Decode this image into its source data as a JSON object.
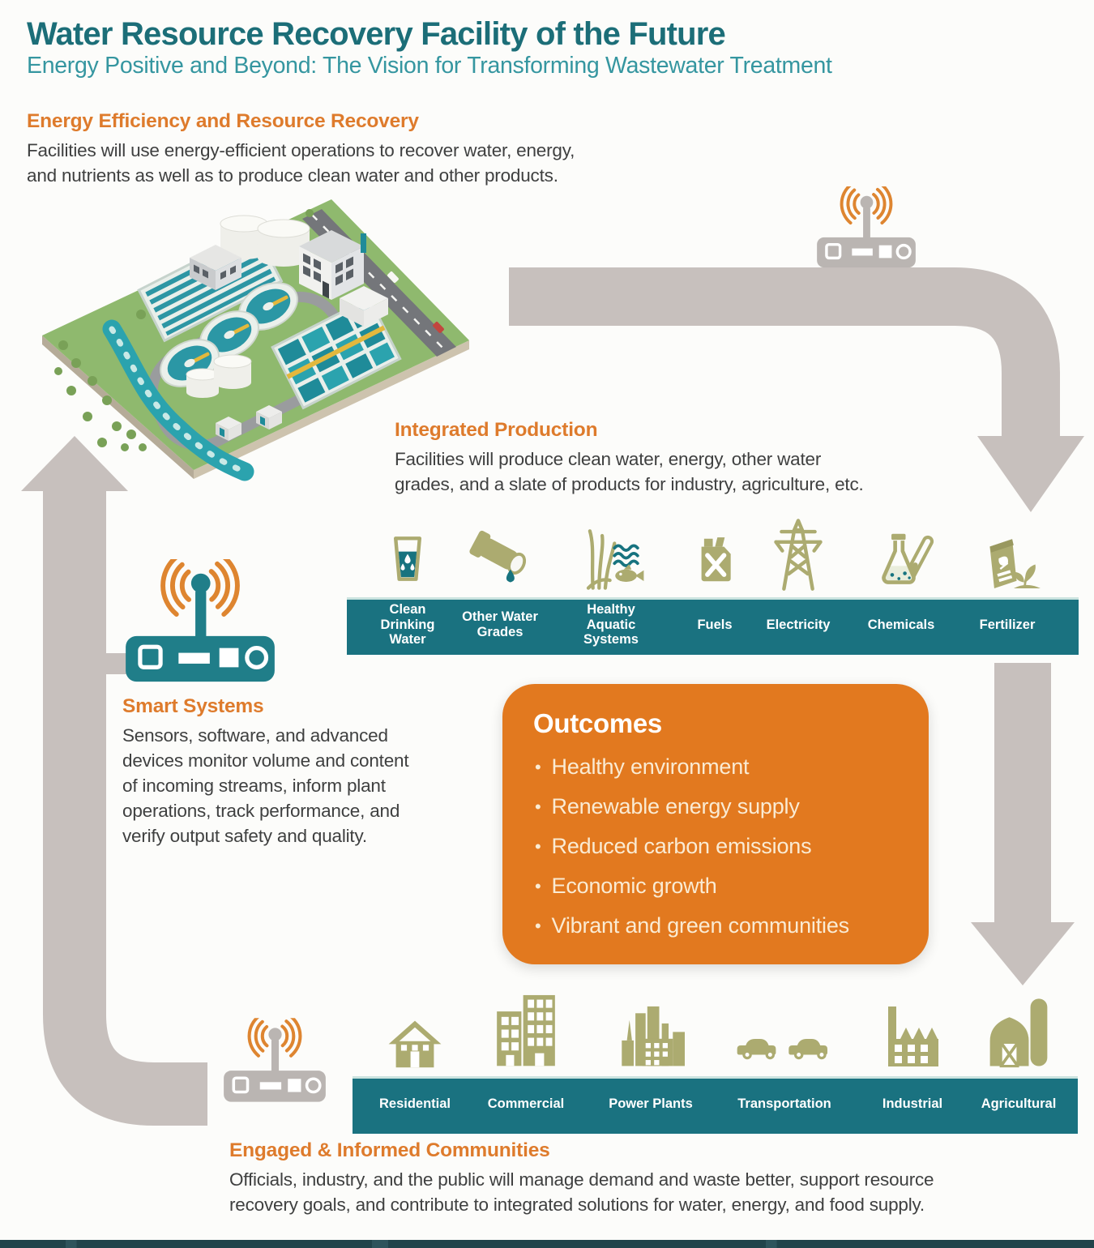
{
  "page": {
    "title": "Water Resource Recovery Facility of the Future",
    "subtitle": "Energy Positive and Beyond: The Vision for Transforming Wastewater Treatment"
  },
  "sections": {
    "energy": {
      "heading": "Energy Efficiency and Resource Recovery",
      "lines": [
        "Facilities will use energy-efficient operations to recover water, energy,",
        "and nutrients as well as to produce clean water and other products."
      ]
    },
    "production": {
      "heading": "Integrated Production",
      "lines": [
        "Facilities will produce clean water, energy, other water",
        "grades, and a slate of products for industry, agriculture, etc."
      ]
    },
    "smart": {
      "heading": "Smart Systems",
      "lines": [
        "Sensors, software, and advanced",
        "devices monitor volume and content",
        "of incoming streams, inform plant",
        "operations, track performance, and",
        "verify output safety and quality."
      ]
    },
    "communities": {
      "heading": "Engaged & Informed Communities",
      "lines": [
        "Officials, industry, and the public will manage demand and waste better, support resource",
        "recovery goals, and contribute to integrated solutions for water, energy, and food supply."
      ]
    }
  },
  "outcomes": {
    "heading": "Outcomes",
    "items": [
      "Healthy environment",
      "Renewable energy supply",
      "Reduced carbon emissions",
      "Economic growth",
      "Vibrant and green communities"
    ]
  },
  "products": {
    "items": [
      {
        "label": "Clean Drinking Water",
        "icon": "glass-of-water-icon"
      },
      {
        "label": "Other Water Grades",
        "icon": "pouring-pipe-icon"
      },
      {
        "label": "Healthy Aquatic Systems",
        "icon": "aquatic-life-icon"
      },
      {
        "label": "Fuels",
        "icon": "fuel-can-icon"
      },
      {
        "label": "Electricity",
        "icon": "transmission-tower-icon"
      },
      {
        "label": "Chemicals",
        "icon": "chemistry-flask-icon"
      },
      {
        "label": "Fertilizer",
        "icon": "fertilizer-bag-icon"
      }
    ]
  },
  "sectors": {
    "items": [
      {
        "label": "Residential",
        "icon": "house-icon"
      },
      {
        "label": "Commercial",
        "icon": "office-building-icon"
      },
      {
        "label": "Power Plants",
        "icon": "power-plant-icon"
      },
      {
        "label": "Transportation",
        "icon": "cars-icon"
      },
      {
        "label": "Industrial",
        "icon": "factory-icon"
      },
      {
        "label": "Agricultural",
        "icon": "barn-icon"
      }
    ]
  },
  "colors": {
    "teal_heading": "#1C6E78",
    "teal_banner": "#1A7280",
    "orange_heading": "#DE7B2C",
    "outcomes_box": "#E2791F",
    "arrow_gray": "#C7C0BD",
    "icon_olive": "#ACAB70",
    "wifi_orange": "#DE8530",
    "router_teal": "#207E89"
  }
}
